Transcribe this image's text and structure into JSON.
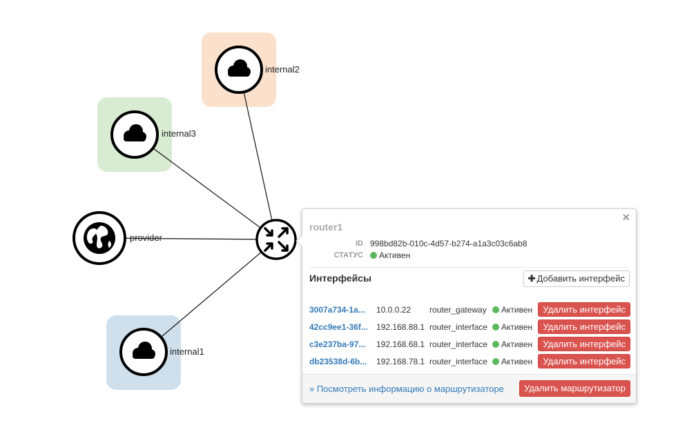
{
  "topology": {
    "networks": [
      {
        "key": "internal2",
        "label": "internal2",
        "icon": "cloud-icon",
        "bg": "#fbe1cc"
      },
      {
        "key": "internal3",
        "label": "internal3",
        "icon": "cloud-icon",
        "bg": "#d8ebd3"
      },
      {
        "key": "provider",
        "label": "provider",
        "icon": "globe-icon",
        "bg": "#ffffff"
      },
      {
        "key": "internal1",
        "label": "internal1",
        "icon": "cloud-icon",
        "bg": "#cfe0ec"
      }
    ],
    "router": {
      "label": "router1",
      "icon": "router-icon"
    }
  },
  "popup": {
    "close": "×",
    "title": "router1",
    "id_label": "ID",
    "id_value": "998bd82b-010c-4d57-b274-a1a3c03c6ab8",
    "status_label": "СТАТУС",
    "status_value": "Активен",
    "interfaces_title": "Интерфейсы",
    "add_interface": "Добавить интерфейс",
    "interfaces": [
      {
        "id": "3007a734-1a...",
        "ip": "10.0.0.22",
        "type": "router_gateway",
        "status": "Активен",
        "delete": "Удалить интерфейс"
      },
      {
        "id": "42cc9ee1-36f...",
        "ip": "192.168.88.1",
        "type": "router_interface",
        "status": "Активен",
        "delete": "Удалить интерфейс"
      },
      {
        "id": "c3e237ba-97...",
        "ip": "192.168.68.1",
        "type": "router_interface",
        "status": "Активен",
        "delete": "Удалить интерфейс"
      },
      {
        "id": "db23538d-6b...",
        "ip": "192.168.78.1",
        "type": "router_interface",
        "status": "Активен",
        "delete": "Удалить интерфейс"
      }
    ],
    "view_details": "» Посмотреть информацию о маршрутизаторе",
    "delete_router": "Удалить маршрутизатор"
  },
  "colors": {
    "active": "#5cb85c",
    "danger": "#d9534f",
    "link": "#337ab7"
  }
}
